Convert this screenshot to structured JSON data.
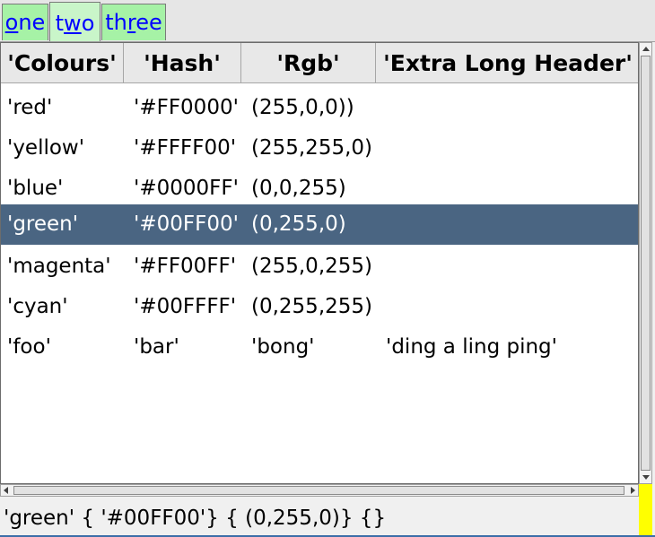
{
  "tabs": [
    {
      "pre": "",
      "u": "o",
      "post": "ne",
      "selected": false
    },
    {
      "pre": "t",
      "u": "w",
      "post": "o",
      "selected": true
    },
    {
      "pre": "th",
      "u": "r",
      "post": "ee",
      "selected": false
    }
  ],
  "table": {
    "headers": [
      "'Colours'",
      "'Hash'",
      "'Rgb'",
      "'Extra Long Header'"
    ],
    "rows": [
      [
        "'red'",
        "'#FF0000'",
        "(255,0,0))",
        ""
      ],
      [
        "'yellow'",
        "'#FFFF00'",
        "(255,255,0)",
        ""
      ],
      [
        "'blue'",
        "'#0000FF'",
        "(0,0,255)",
        ""
      ],
      [
        "'green'",
        "'#00FF00'",
        "(0,255,0)",
        ""
      ],
      [
        "'magenta'",
        "'#FF00FF'",
        "(255,0,255)",
        ""
      ],
      [
        "'cyan'",
        "'#00FFFF'",
        "(0,255,255)",
        ""
      ],
      [
        "'foo'",
        "'bar'",
        "'bong'",
        "'ding a ling ping'"
      ]
    ],
    "selected_row": 3
  },
  "status": {
    "text": "'green' { '#00FF00'} { (0,255,0)} {}"
  },
  "colors": {
    "tab_bg": "#a6f2a6",
    "selection": "#4a6582",
    "corner": "#ffff00"
  }
}
